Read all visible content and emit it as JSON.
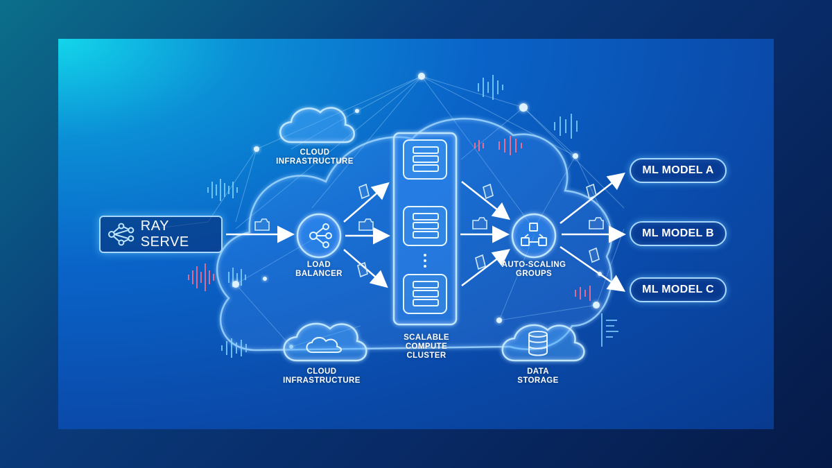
{
  "source": {
    "label": "RAY SERVE",
    "icon": "ray-logo-icon"
  },
  "nodes": {
    "cloud_infra_top": {
      "line1": "CLOUD",
      "line2": "INFRASTRUCTURE",
      "icon": "cloud-icon"
    },
    "load_balancer": {
      "line1": "LOAD",
      "line2": "BALANCER",
      "icon": "share-nodes-icon"
    },
    "compute_cluster": {
      "line1": "SCALABLE",
      "line2": "COMPUTE",
      "line3": "CLUSTER",
      "icon": "server-rack-icon"
    },
    "auto_scaling": {
      "line1": "AUTO-SCALING",
      "line2": "GROUPS",
      "icon": "cubes-icon"
    },
    "cloud_infra_bottom": {
      "line1": "CLOUD",
      "line2": "INFRASTRUCTURE",
      "icon": "cloud-icon"
    },
    "data_storage": {
      "line1": "DATA",
      "line2": "STORAGE",
      "icon": "database-icon"
    }
  },
  "models": [
    {
      "label": "ML MODEL A"
    },
    {
      "label": "ML MODEL B"
    },
    {
      "label": "ML MODEL C"
    }
  ],
  "colors": {
    "line": "#bfe6ff",
    "glow": "#7fd0ff",
    "accent_red": "#ff6f8a",
    "arrow": "#ffffff"
  }
}
